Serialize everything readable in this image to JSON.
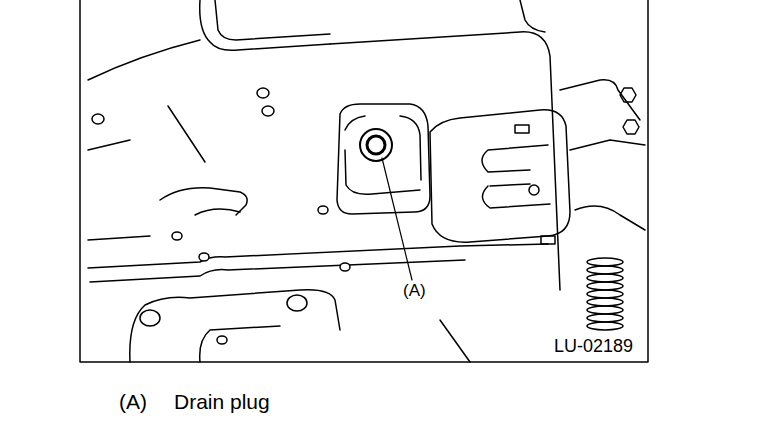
{
  "diagram": {
    "labels": [
      "(A)",
      "LU-02189",
      "(A)",
      "Drain plug"
    ]
  }
}
